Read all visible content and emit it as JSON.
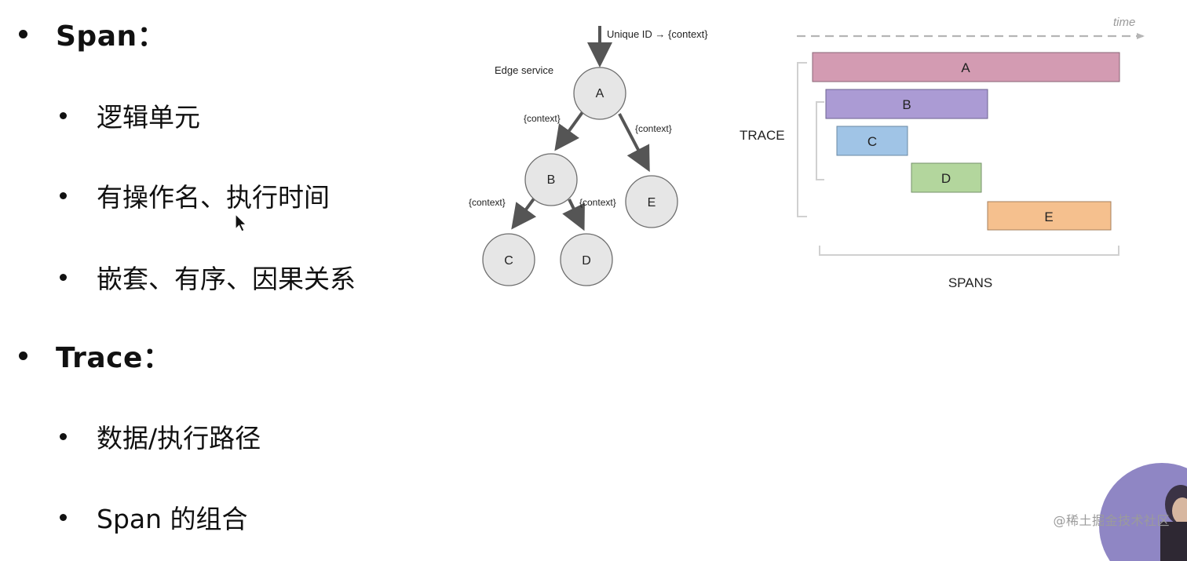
{
  "outline": [
    {
      "title": "Span：",
      "items": [
        "逻辑单元",
        "有操作名、执行时间",
        "嵌套、有序、因果关系"
      ]
    },
    {
      "title": "Trace：",
      "items": [
        "数据/执行路径",
        "Span 的组合"
      ]
    }
  ],
  "tree_diagram": {
    "incoming_label": "Unique ID → {context}",
    "edge_service_label": "Edge service",
    "nodes": [
      "A",
      "B",
      "C",
      "D",
      "E"
    ],
    "edge_labels": {
      "a_b": "{context}",
      "a_e": "{context}",
      "b_c": "{context}",
      "b_d": "{context}"
    }
  },
  "timeline": {
    "time_label": "time",
    "trace_label": "TRACE",
    "spans_label": "SPANS",
    "spans": [
      {
        "label": "A",
        "color": "#d39bb2"
      },
      {
        "label": "B",
        "color": "#ab9bd4"
      },
      {
        "label": "C",
        "color": "#a0c4e6"
      },
      {
        "label": "D",
        "color": "#b3d69d"
      },
      {
        "label": "E",
        "color": "#f5c08e"
      }
    ]
  },
  "watermark": "@稀土掘金技术社区"
}
